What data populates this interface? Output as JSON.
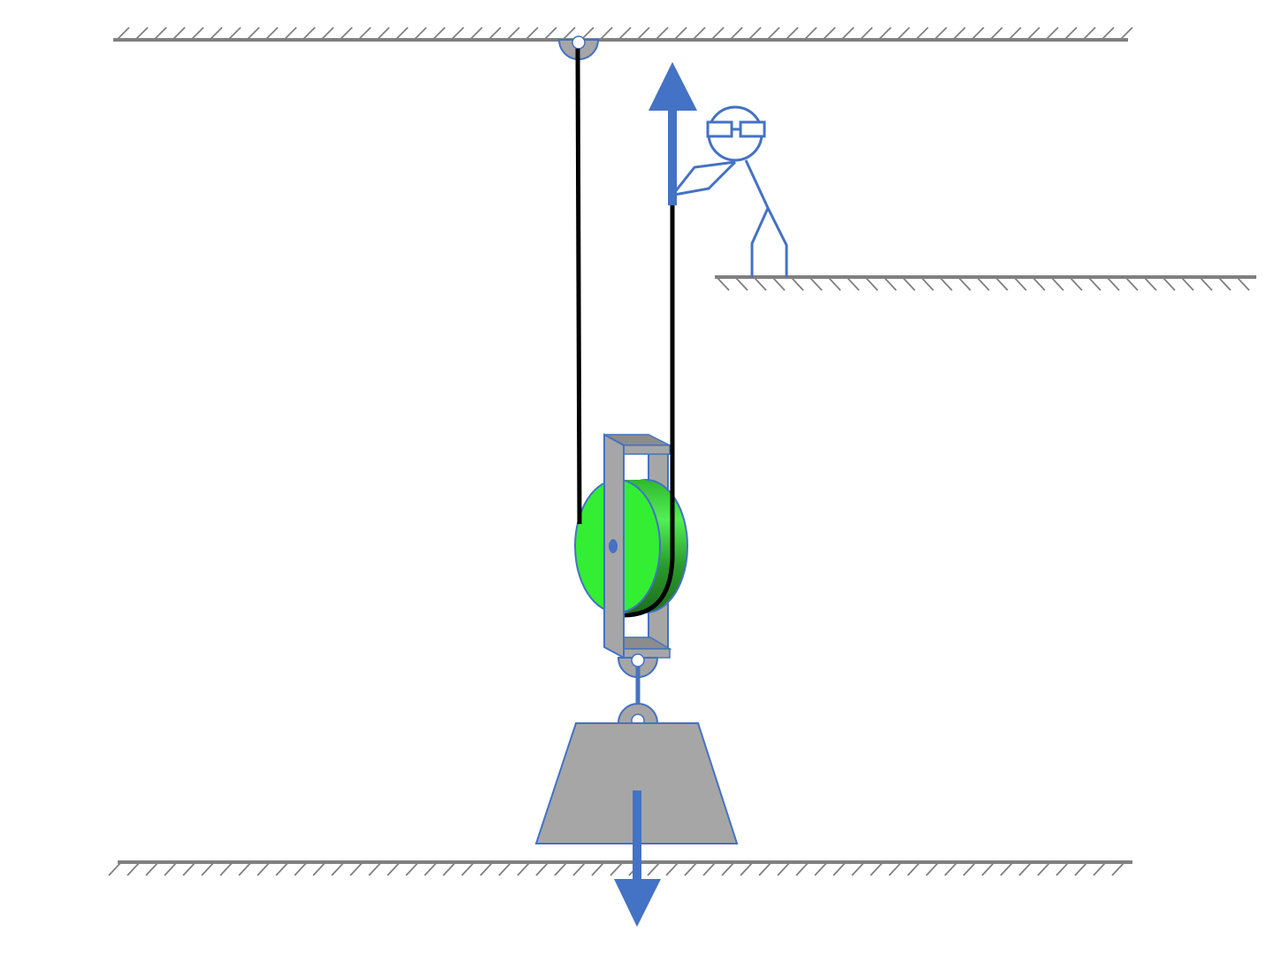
{
  "diagram": {
    "description_elements": [
      "ceiling",
      "ledge",
      "floor",
      "fixed-anchor",
      "rope",
      "movable-pulley",
      "weight",
      "person",
      "pull-force-arrow",
      "weight-force-arrow"
    ],
    "colors": {
      "ground": "#808080",
      "outline": "#4472C4",
      "rope": "#000000",
      "pulley_wheel": "#33EE33",
      "metal": "#A6A6A6",
      "arrow": "#4472C4"
    }
  }
}
